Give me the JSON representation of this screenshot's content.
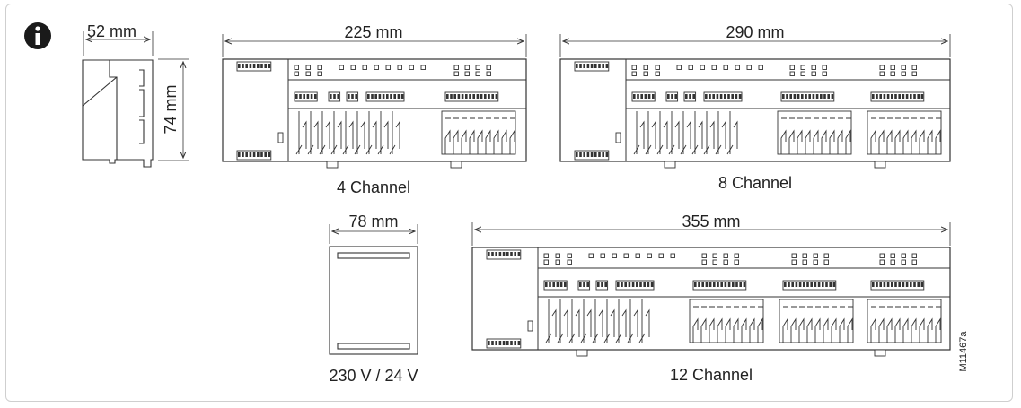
{
  "info_icon": "info-icon",
  "colors": {
    "line": "#333333",
    "device_fill": "#ffffff",
    "text": "#222222"
  },
  "side_view": {
    "width_label": "52 mm",
    "height_label": "74 mm"
  },
  "ch4": {
    "width_label": "225 mm",
    "caption": "4 Channel"
  },
  "ch8": {
    "width_label": "290 mm",
    "caption": "8 Channel"
  },
  "transformer": {
    "width_label": "78 mm",
    "caption": "230 V / 24 V"
  },
  "ch12": {
    "width_label": "355 mm",
    "caption": "12 Channel"
  },
  "figure_id": "M11467a"
}
